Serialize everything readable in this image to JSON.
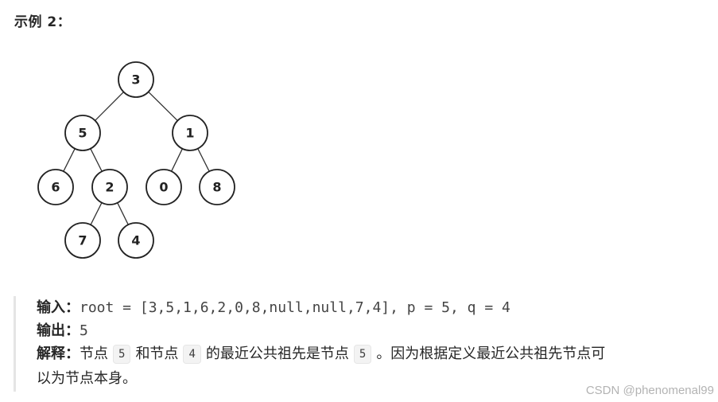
{
  "heading": "示例 2：",
  "tree": {
    "nodes": [
      {
        "id": "3",
        "label": "3"
      },
      {
        "id": "5",
        "label": "5"
      },
      {
        "id": "1",
        "label": "1"
      },
      {
        "id": "6",
        "label": "6"
      },
      {
        "id": "2",
        "label": "2"
      },
      {
        "id": "0",
        "label": "0"
      },
      {
        "id": "8",
        "label": "8"
      },
      {
        "id": "7",
        "label": "7"
      },
      {
        "id": "4",
        "label": "4"
      }
    ],
    "edges": [
      [
        "3",
        "5"
      ],
      [
        "3",
        "1"
      ],
      [
        "5",
        "6"
      ],
      [
        "5",
        "2"
      ],
      [
        "1",
        "0"
      ],
      [
        "1",
        "8"
      ],
      [
        "2",
        "7"
      ],
      [
        "2",
        "4"
      ]
    ]
  },
  "input": {
    "label": "输入：",
    "value": "root = [3,5,1,6,2,0,8,null,null,7,4], p = 5, q = 4"
  },
  "output": {
    "label": "输出：",
    "value": "5"
  },
  "explanation": {
    "label": "解释：",
    "part1": "节点",
    "code1": "5",
    "part2": "和节点",
    "code2": "4",
    "part3": "的最近公共祖先是节点",
    "code3": "5",
    "part4": "。因为根据定义最近公共祖先节点可",
    "part5": "以为节点本身。"
  },
  "watermark": "CSDN @phenomenal99"
}
